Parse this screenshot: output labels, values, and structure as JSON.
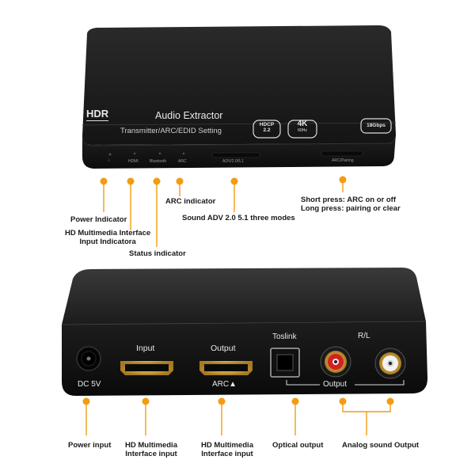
{
  "top_device": {
    "brand_text": "HDR",
    "product_name": "Audio Extractor",
    "subtitle": "Transmitter/ARC/EDID Setting",
    "badge_hdcp_line1": "HDCP",
    "badge_hdcp_line2": "2.2",
    "badge_4k_line1": "4K",
    "badge_4k_line2": "60Hz",
    "badge_speed": "18Gbps",
    "front_labels": {
      "power": "○",
      "hdmi": "HDMI",
      "bluetooth": "Bluetooth",
      "arc": "ARC",
      "mode": "ADV/2.0/5.1",
      "pairing": "ARC/Pairing"
    }
  },
  "top_callouts": {
    "power_indicator": "Power Indicator",
    "hdmi_indicator_line1": "HD Multimedia Interface",
    "hdmi_indicator_line2": "Input Indicatora",
    "status_indicator": "Status indicator",
    "arc_indicator": "ARC indicator",
    "sound_modes": "Sound ADV 2.0 5.1 three modes",
    "short_press": "Short press: ARC on or off",
    "long_press": "Long press: pairing or clear"
  },
  "bottom_device": {
    "dc_label": "DC 5V",
    "input_label": "Input",
    "output_label": "Output",
    "arc_label": "ARC▲",
    "toslink_label": "Toslink",
    "rl_label": "R/L",
    "audio_output_label": "Output"
  },
  "bottom_callouts": {
    "power_input": "Power input",
    "hdmi_input_line1": "HD Multimedia",
    "hdmi_input_line2": "Interface input",
    "hdmi_output_line1": "HD Multimedia",
    "hdmi_output_line2": "Interface input",
    "optical_output": "Optical output",
    "analog_output": "Analog sound Output"
  },
  "colors": {
    "accent": "#f39c12",
    "device_body": "#1b1b1b",
    "device_edge": "#2e2e2e",
    "rca_red": "#d42020",
    "rca_white": "#f2f2f2",
    "gold": "#d8a83a"
  }
}
